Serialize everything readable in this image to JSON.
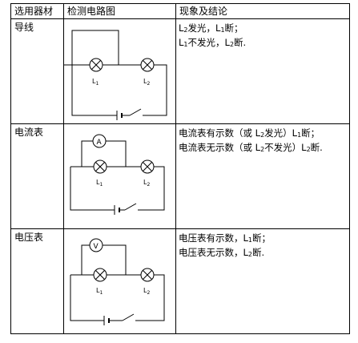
{
  "headers": {
    "col1": "选用器材",
    "col2": "检测电路图",
    "col3": "现象及结论"
  },
  "rows": [
    {
      "device": "导线",
      "meter": "",
      "lamp1_label": "L1",
      "lamp2_label": "L2",
      "conclusions": [
        {
          "pre": "L",
          "sub": "2",
          "mid": "发光，",
          "pre2": "L",
          "sub2": "1",
          "post": "断；"
        },
        {
          "pre": "L",
          "sub": "1",
          "mid": "不发光，",
          "pre2": "L",
          "sub2": "2",
          "post": "断."
        }
      ]
    },
    {
      "device": "电流表",
      "meter": "A",
      "lamp1_label": "L1",
      "lamp2_label": "L2",
      "conclusions": [
        {
          "pre": "电流表有示数（或 L",
          "sub": "2",
          "mid": "发光）L",
          "sub2": "1",
          "post": "断；"
        },
        {
          "pre": "电流表无示数（或 L",
          "sub": "2",
          "mid": "不发光）L",
          "sub2": "2",
          "post": "断."
        }
      ]
    },
    {
      "device": "电压表",
      "meter": "V",
      "lamp1_label": "L1",
      "lamp2_label": "L2",
      "conclusions": [
        {
          "pre": "电压表有示数，L",
          "sub": "1",
          "mid": "断；",
          "sub2": "",
          "post": ""
        },
        {
          "pre": "电压表无示数，L",
          "sub": "2",
          "mid": "断.",
          "sub2": "",
          "post": ""
        }
      ]
    }
  ]
}
